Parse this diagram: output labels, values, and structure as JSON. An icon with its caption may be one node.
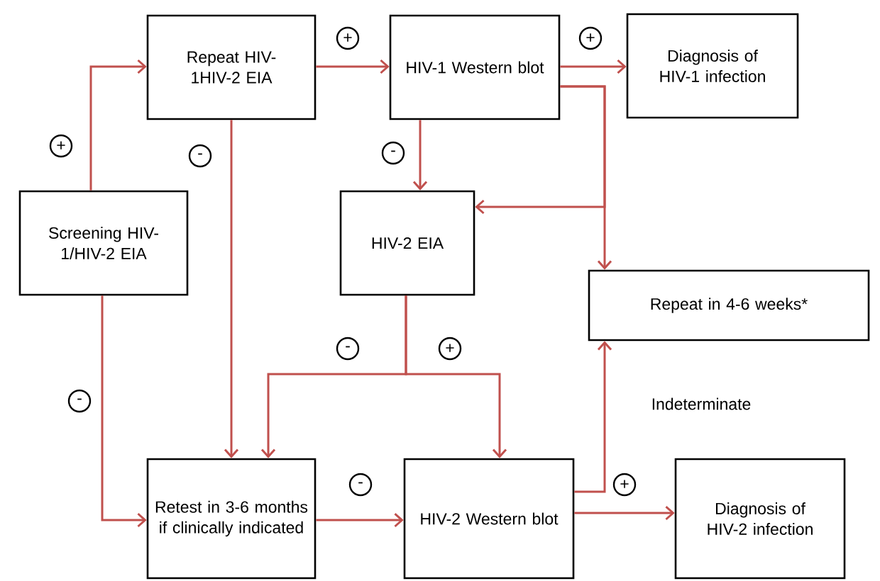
{
  "diagram": {
    "nodes": [
      {
        "text": [
          "Screening HIV-1/HIV-2 EIA"
        ]
      },
      {
        "text": [
          "Repeat HIV-1HIV-2 EIA"
        ]
      },
      {
        "text": [
          "HIV-1 Western blot"
        ]
      },
      {
        "text": [
          "Diagnosis of HIV-1 infection"
        ]
      },
      {
        "text": [
          "HIV-2 EIA"
        ]
      },
      {
        "text": [
          "Repeat in 4-6 weeks*"
        ]
      },
      {
        "text": [
          "Retest in 3-6 months if clinically indicated"
        ]
      },
      {
        "text": [
          "HIV-2 Western blot"
        ]
      },
      {
        "text": [
          "Diagnosis of HIV-2 infection"
        ]
      }
    ],
    "edges": [
      {
        "from": 0,
        "to": 1,
        "arrow": "to",
        "label": "+"
      },
      {
        "from": 0,
        "to": 6,
        "arrow": "to",
        "label": "-"
      },
      {
        "from": 1,
        "to": 2,
        "arrow": "to",
        "label": "+"
      },
      {
        "from": 1,
        "to": 6,
        "arrow": "to",
        "label": "-"
      },
      {
        "from": 2,
        "to": 3,
        "arrow": "to",
        "label": "+"
      },
      {
        "from": 2,
        "to": 4,
        "arrow": "to",
        "label": "-"
      },
      {
        "from": 2,
        "to": 4,
        "arrow": "to"
      },
      {
        "from": 2,
        "to": 5,
        "arrow": "to"
      },
      {
        "from": 4,
        "to": 6,
        "arrow": "to",
        "label": "-"
      },
      {
        "from": 4,
        "to": 7,
        "arrow": "to",
        "label": "+"
      },
      {
        "from": 6,
        "to": 7,
        "arrow": "to",
        "label": "-"
      },
      {
        "from": 7,
        "to": 5,
        "arrow": "to",
        "label": "Indeterminate"
      },
      {
        "from": 7,
        "to": 8,
        "arrow": "to",
        "label": "+"
      }
    ]
  }
}
